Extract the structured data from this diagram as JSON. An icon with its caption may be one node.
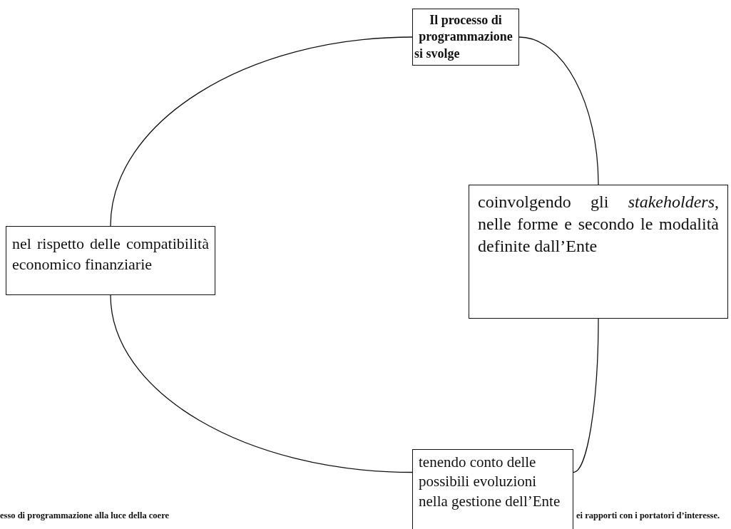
{
  "diagram": {
    "nodes": [
      {
        "text": [
          "Il processo di programmazione si svolge"
        ]
      },
      {
        "text": [
          "nel rispetto delle compatibilità economico finanziarie"
        ]
      },
      {
        "text": [
          "coinvolgendo gli *stakeholders*, nelle forme e secondo le modalità definite dall’Ente"
        ]
      },
      {
        "text": [
          "tenendo conto delle possibili evoluzioni nella gestione dell’Ente"
        ]
      }
    ],
    "edges": [
      {
        "from": 0,
        "to": 2,
        "arrow": "none"
      },
      {
        "from": 2,
        "to": 3,
        "arrow": "none"
      },
      {
        "from": 3,
        "to": 1,
        "arrow": "none"
      },
      {
        "from": 1,
        "to": 0,
        "arrow": "none"
      }
    ],
    "labels": [
      "esso di programmazione alla luce della coere",
      "ei rapporti con i portatori d’interesse."
    ]
  }
}
